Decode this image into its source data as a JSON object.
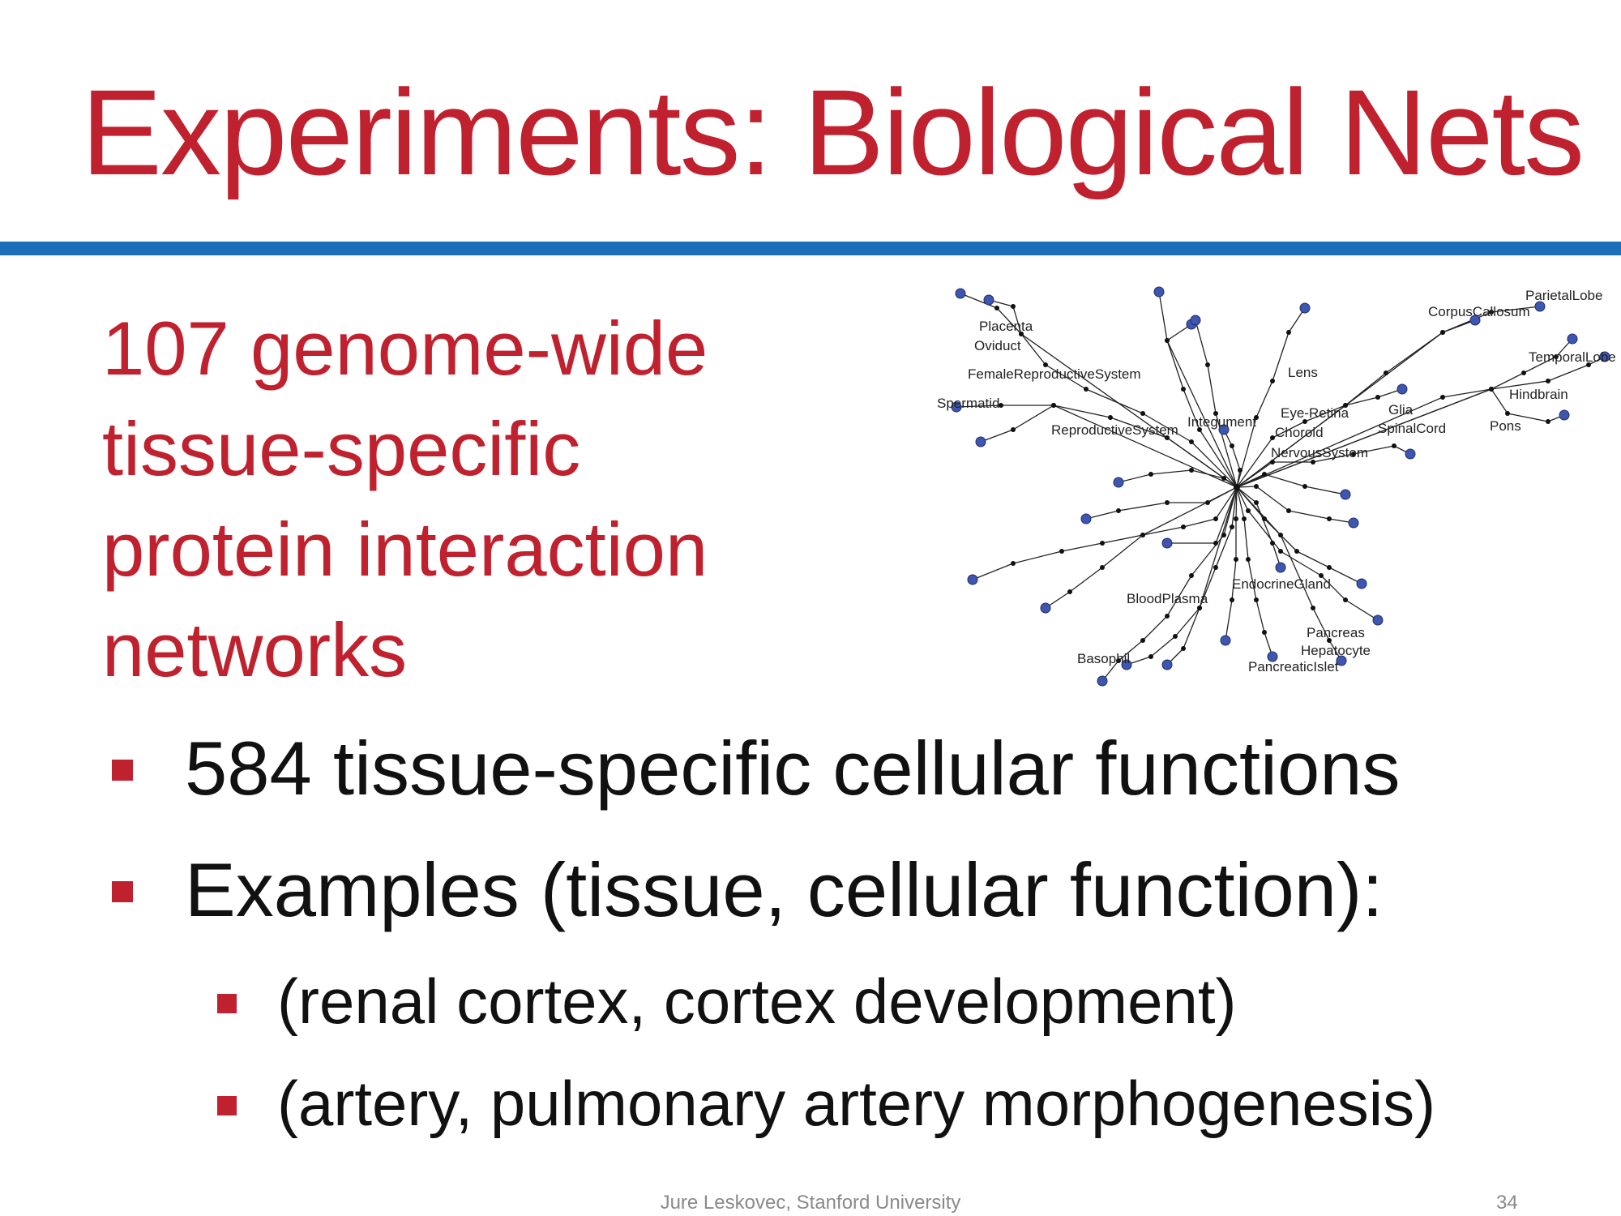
{
  "slide": {
    "title": "Experiments: Biological Nets",
    "subtitle_lines": [
      "107 genome-wide",
      "tissue-specific",
      "protein interaction",
      "networks"
    ],
    "bullets": [
      "584 tissue-specific cellular functions",
      "Examples (tissue, cellular function):"
    ],
    "sub_bullets": [
      "(renal cortex, cortex development)",
      "(artery, pulmonary artery morphogenesis)"
    ],
    "footer": "Jure Leskovec, Stanford University",
    "page_number": "34",
    "colors": {
      "title_red": "#c0212e",
      "rule_blue": "#1c6eb8",
      "node_blue": "#3f56b0"
    }
  },
  "network": {
    "labels": [
      "Placenta",
      "Oviduct",
      "FemaleReproductiveSystem",
      "Spermatid",
      "ReproductiveSystem",
      "Integument",
      "Lens",
      "Eye-Retina",
      "Choroid",
      "NervousSystem",
      "Glia",
      "SpinalCord",
      "CorpusCallosum",
      "ParietalLobe",
      "TemporalLobe",
      "Hindbrain",
      "Pons",
      "EndocrineGland",
      "BloodPlasma",
      "Basophil",
      "Pancreas",
      "Hepatocyte",
      "PancreaticIslet"
    ]
  }
}
